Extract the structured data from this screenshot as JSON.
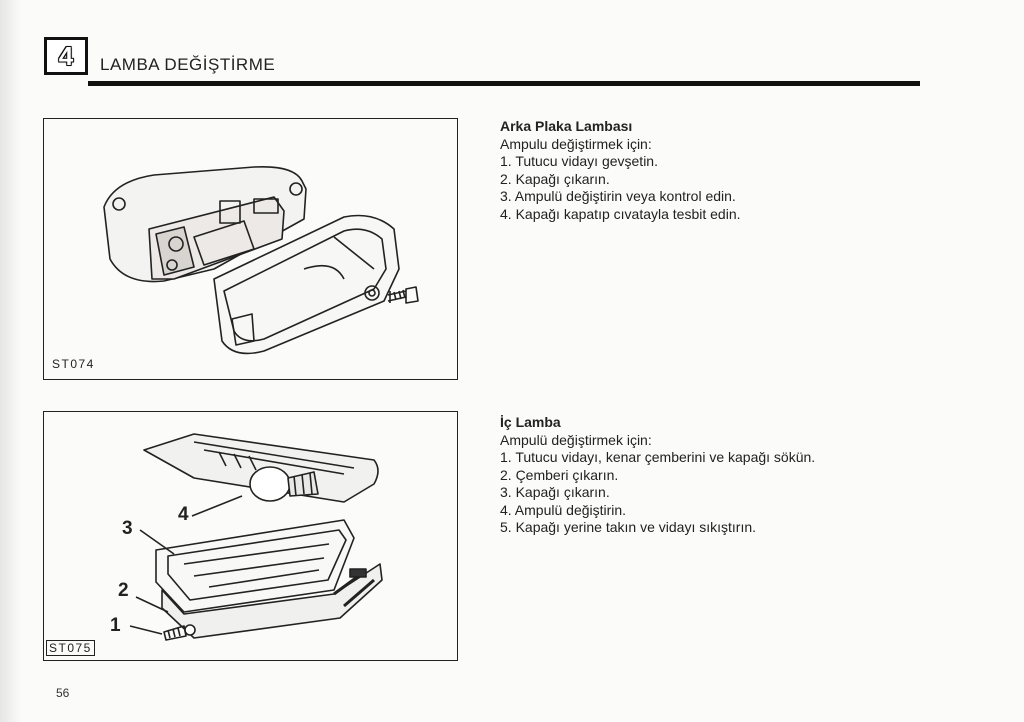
{
  "header": {
    "chapter_number": "4",
    "title": "LAMBA DEĞİŞTİRME"
  },
  "figures": [
    {
      "label": "ST074"
    },
    {
      "label": "ST075",
      "callouts": [
        "1",
        "2",
        "3",
        "4"
      ]
    }
  ],
  "sections": [
    {
      "title": "Arka Plaka Lambası",
      "intro": "Ampulu değiştirmek için:",
      "steps": [
        "1. Tutucu vidayı gevşetin.",
        "2. Kapağı çıkarın.",
        "3. Ampulü değiştirin veya kontrol edin.",
        "4. Kapağı kapatıp cıvatayla tesbit edin."
      ]
    },
    {
      "title": "İç Lamba",
      "intro": "Ampulü değiştirmek için:",
      "steps": [
        "1. Tutucu vidayı, kenar çemberini ve kapağı sökün.",
        "2. Çemberi çıkarın.",
        "3. Kapağı çıkarın.",
        "4. Ampulü değiştirin.",
        "5. Kapağı yerine takın ve vidayı sıkıştırın."
      ]
    }
  ],
  "page_number": "56"
}
